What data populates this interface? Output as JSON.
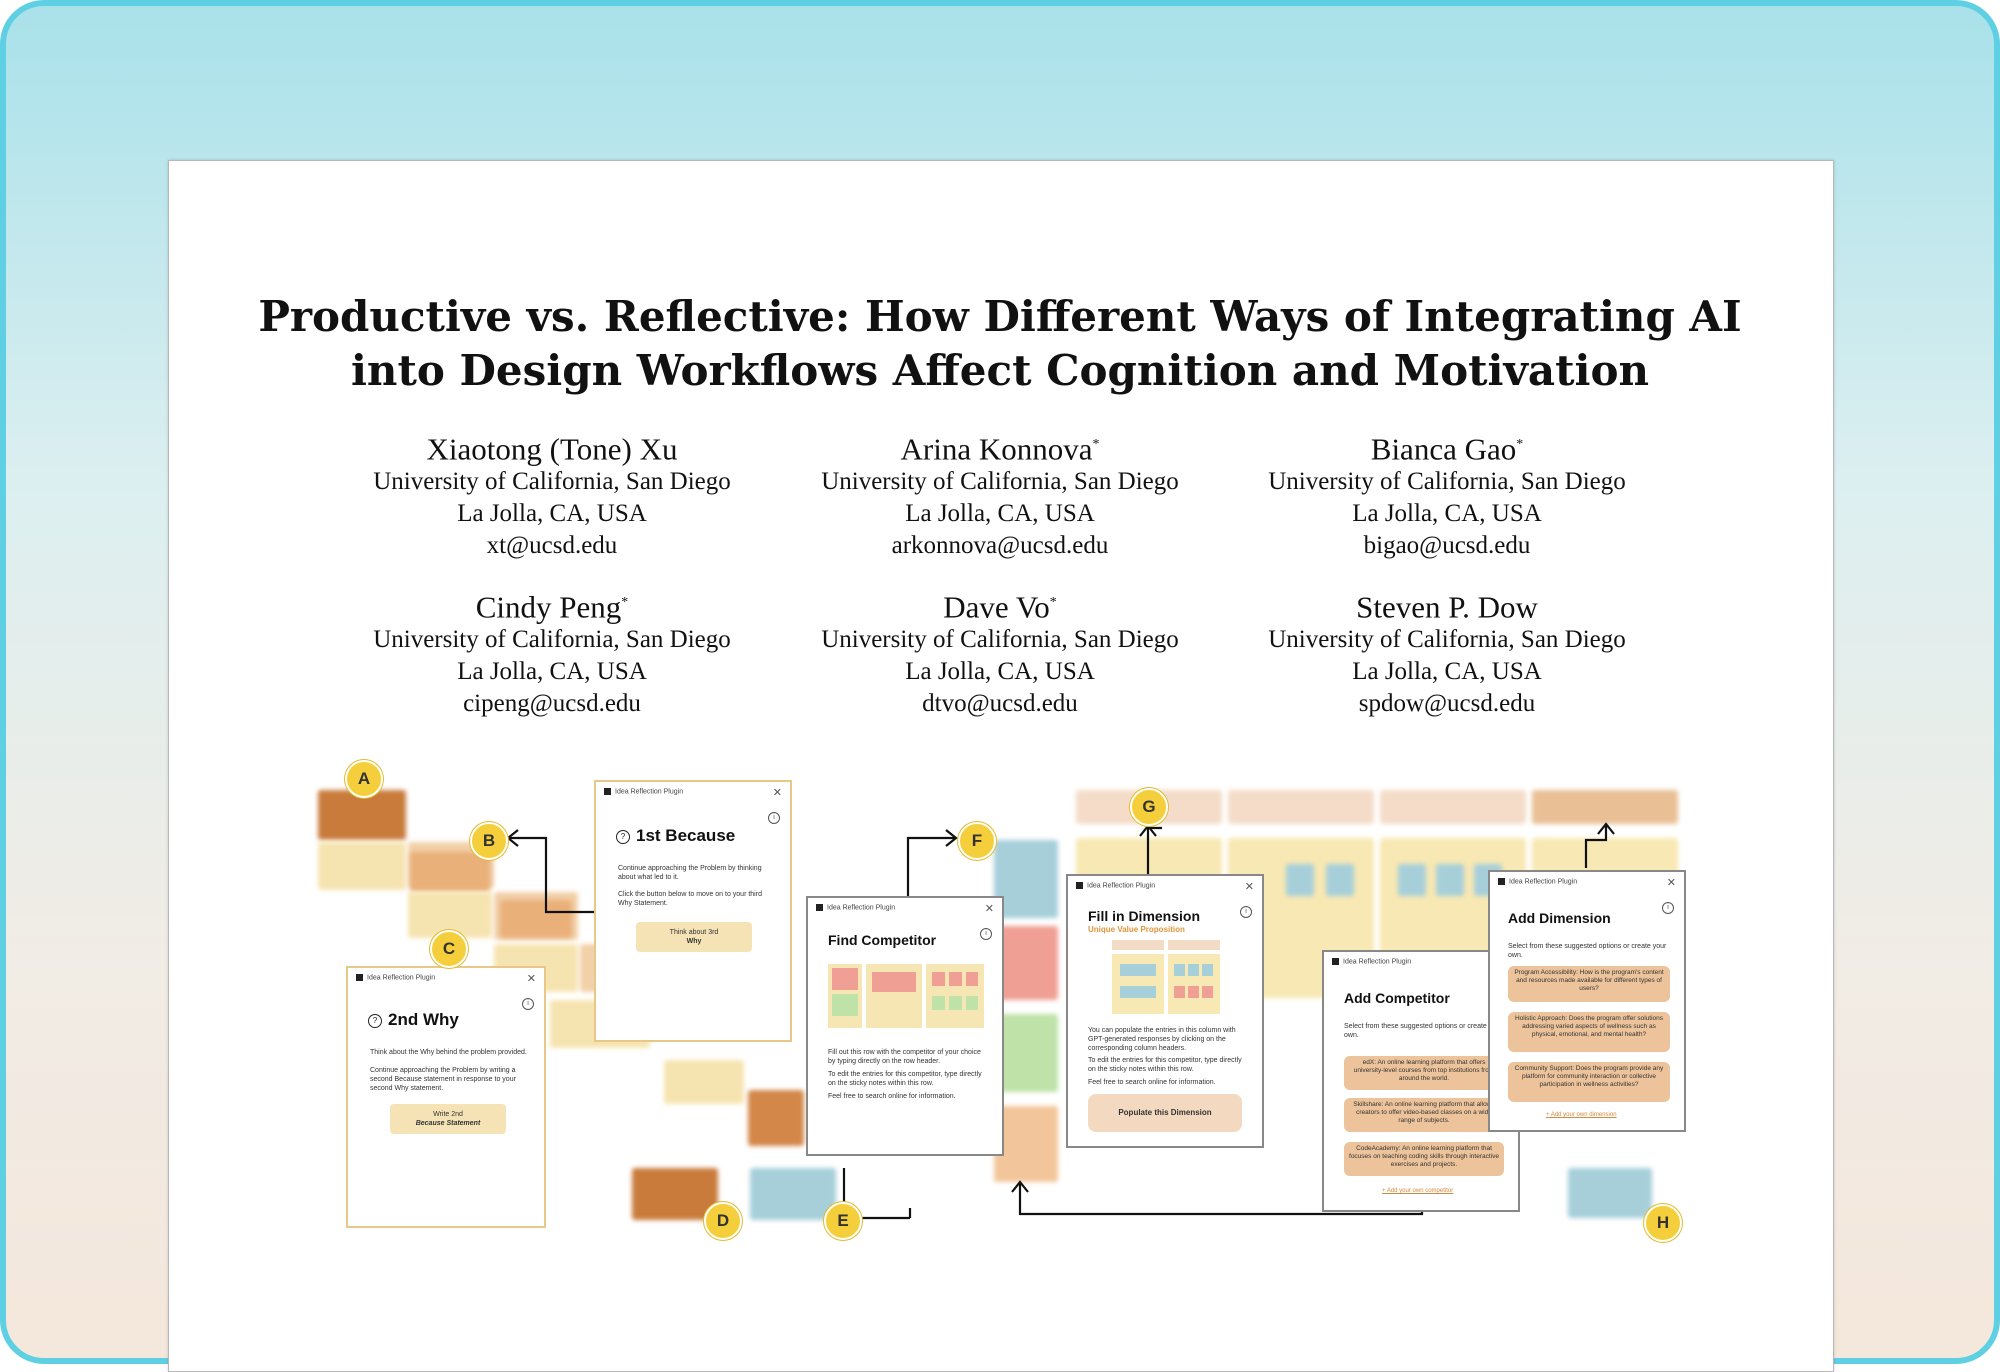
{
  "title_lines": [
    "Productive vs. Reflective: How Different Ways of Integrating AI",
    "into Design Workflows Affect Cognition and Motivation"
  ],
  "authors": [
    {
      "name": "Xiaotong (Tone) Xu",
      "mark": "",
      "affiliation": "University of California, San Diego",
      "location": "La Jolla, CA, USA",
      "email": "xt@ucsd.edu"
    },
    {
      "name": "Arina Konnova",
      "mark": "*",
      "affiliation": "University of California, San Diego",
      "location": "La Jolla, CA, USA",
      "email": "arkonnova@ucsd.edu"
    },
    {
      "name": "Bianca Gao",
      "mark": "*",
      "affiliation": "University of California, San Diego",
      "location": "La Jolla, CA, USA",
      "email": "bigao@ucsd.edu"
    },
    {
      "name": "Cindy Peng",
      "mark": "*",
      "affiliation": "University of California, San Diego",
      "location": "La Jolla, CA, USA",
      "email": "cipeng@ucsd.edu"
    },
    {
      "name": "Dave Vo",
      "mark": "*",
      "affiliation": "University of California, San Diego",
      "location": "La Jolla, CA, USA",
      "email": "dtvo@ucsd.edu"
    },
    {
      "name": "Steven P. Dow",
      "mark": "",
      "affiliation": "University of California, San Diego",
      "location": "La Jolla, CA, USA",
      "email": "spdow@ucsd.edu"
    }
  ],
  "figure": {
    "plugin_name": "Idea Reflection Plugin",
    "badges": [
      "A",
      "B",
      "C",
      "D",
      "E",
      "F",
      "G",
      "H"
    ],
    "panel_because": {
      "title": "1st Because",
      "text1": "Continue approaching the Problem by thinking about what led to it.",
      "text2": "Click the button below to move on to your third Why Statement.",
      "button_line1": "Think about 3rd",
      "button_line2": "Why"
    },
    "panel_why": {
      "title": "2nd Why",
      "text1": "Think about the Why behind the problem provided.",
      "text2": "Continue approaching the Problem by writing a second Because statement in response to your second Why statement.",
      "button_line1": "Write 2nd",
      "button_line2": "Because Statement"
    },
    "panel_competitor": {
      "title": "Find Competitor",
      "text1": "Fill out this row with the competitor of your choice by typing directly on the row header.",
      "text2": "To edit the entries for this competitor, type directly on the sticky notes within this row.",
      "text3": "Feel free to search online for information."
    },
    "panel_dimension": {
      "title": "Fill in Dimension",
      "subtitle": "Unique Value Proposition",
      "text1": "You can populate the entries in this column with GPT-generated responses by clicking on the corresponding column headers.",
      "text2": "To edit the entries for this competitor, type directly on the sticky notes within this row.",
      "text3": "Feel free to search online for information.",
      "button": "Populate this Dimension"
    },
    "panel_add_competitor": {
      "title": "Add Competitor",
      "text1": "Select from these suggested options or create your own.",
      "options": [
        "edX: An online learning platform that offers university-level courses from top institutions from around the world.",
        "Skillshare: An online learning platform that allows creators to offer video-based classes on a wide range of subjects.",
        "CodeAcademy: An online learning platform that focuses on teaching coding skills through interactive exercises and projects."
      ],
      "link": "+ Add your own competitor"
    },
    "panel_add_dimension": {
      "title": "Add Dimension",
      "text1": "Select from these suggested options or create your own.",
      "options": [
        "Program Accessibility: How is the program's content and resources made available for different types of users?",
        "Holistic Approach: Does the program offer solutions addressing varied aspects of wellness such as physical, emotional, and mental health?",
        "Community Support: Does the program provide any platform for community interaction or collective participation in wellness activities?"
      ],
      "link": "+ Add your own dimension"
    }
  }
}
